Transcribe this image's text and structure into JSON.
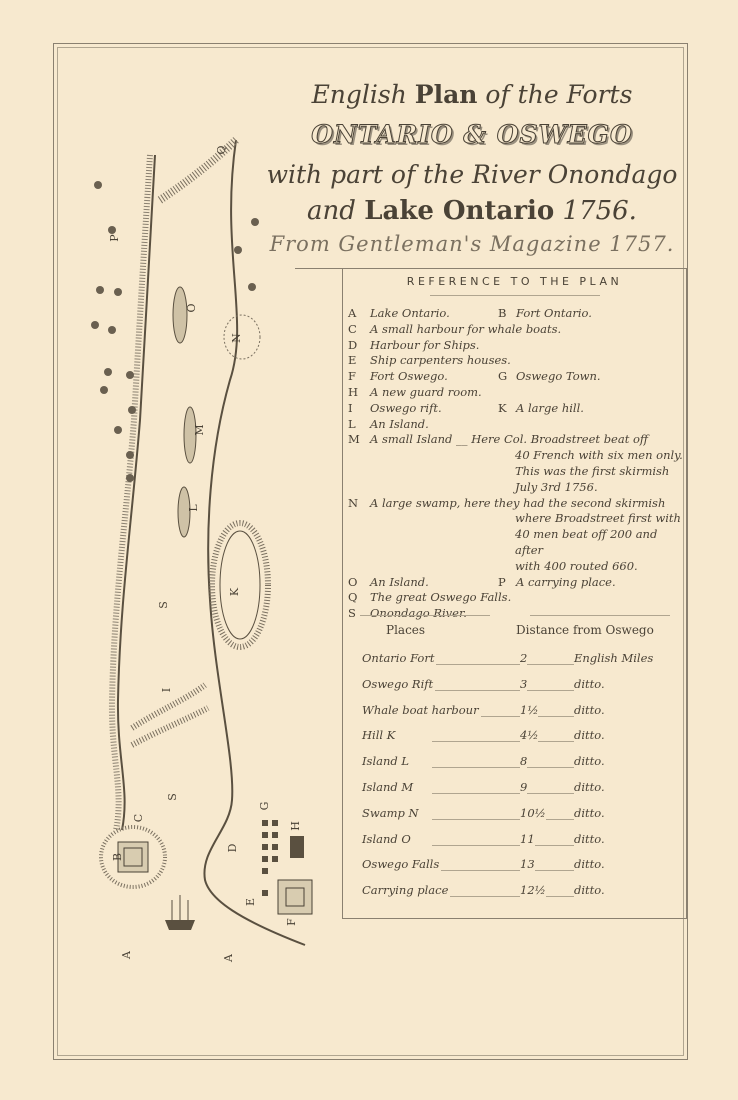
{
  "title": {
    "line1_a": "English",
    "line1_b": "Plan",
    "line1_c": "of the Forts",
    "line2": "ONTARIO & OSWEGO",
    "line3": "with part of the River Onondago",
    "line4_a": "and",
    "line4_b": "Lake Ontario",
    "line4_c": "1756.",
    "source": "From Gentleman's Magazine 1757."
  },
  "reference": {
    "heading": "REFERENCE TO THE PLAN",
    "rows": [
      {
        "k": "A",
        "v": "Lake Ontario.",
        "k2": "B",
        "v2": "Fort Ontario."
      },
      {
        "k": "C",
        "v": "A small harbour for whale boats."
      },
      {
        "k": "D",
        "v": "Harbour for Ships."
      },
      {
        "k": "E",
        "v": "Ship carpenters houses."
      },
      {
        "k": "F",
        "v": "Fort Oswego.",
        "k2": "G",
        "v2": "Oswego Town."
      },
      {
        "k": "H",
        "v": "A new guard room."
      },
      {
        "k": "I",
        "v": "Oswego rift.",
        "k2": "K",
        "v2": "A large hill."
      },
      {
        "k": "L",
        "v": "An Island."
      },
      {
        "k": "M",
        "v": "A small Island __ Here Col. Broadstreet beat off"
      },
      {
        "k": "",
        "v": "40 French with six men only."
      },
      {
        "k": "",
        "v": "This was the first skirmish"
      },
      {
        "k": "",
        "v": "July 3rd 1756."
      },
      {
        "k": "N",
        "v": "A large swamp, here they had the second skirmish"
      },
      {
        "k": "",
        "v": "where Broadstreet first with"
      },
      {
        "k": "",
        "v": "40 men beat off 200 and after"
      },
      {
        "k": "",
        "v": "with 400 routed 660."
      },
      {
        "k": "O",
        "v": "An Island.",
        "k2": "P",
        "v2": "A carrying place."
      },
      {
        "k": "Q",
        "v": "The great Oswego Falls."
      },
      {
        "k": "S",
        "v": "Onondago River."
      }
    ]
  },
  "places": {
    "header_places": "Places",
    "header_distance": "Distance from Oswego",
    "rows": [
      {
        "name": "Ontario Fort",
        "dist": "2",
        "unit": "English Miles"
      },
      {
        "name": "Oswego Rift",
        "dist": "3",
        "unit": "ditto."
      },
      {
        "name": "Whale boat harbour",
        "dist": "1½",
        "unit": "ditto."
      },
      {
        "name": "Hill K",
        "dist": "4½",
        "unit": "ditto."
      },
      {
        "name": "Island L",
        "dist": "8",
        "unit": "ditto."
      },
      {
        "name": "Island M",
        "dist": "9",
        "unit": "ditto."
      },
      {
        "name": "Swamp N",
        "dist": "10½",
        "unit": "ditto."
      },
      {
        "name": "Island O",
        "dist": "11",
        "unit": "ditto."
      },
      {
        "name": "Oswego Falls",
        "dist": "13",
        "unit": "ditto."
      },
      {
        "name": "Carrying place",
        "dist": "12½",
        "unit": "ditto."
      }
    ]
  },
  "map_labels": [
    "Q",
    "P",
    "O",
    "N",
    "M",
    "L",
    "K",
    "S",
    "I",
    "S",
    "C",
    "B",
    "D",
    "G",
    "H",
    "E",
    "F",
    "A",
    "A"
  ],
  "colors": {
    "paper": "#f7e9cf",
    "ink": "#4a4236"
  }
}
